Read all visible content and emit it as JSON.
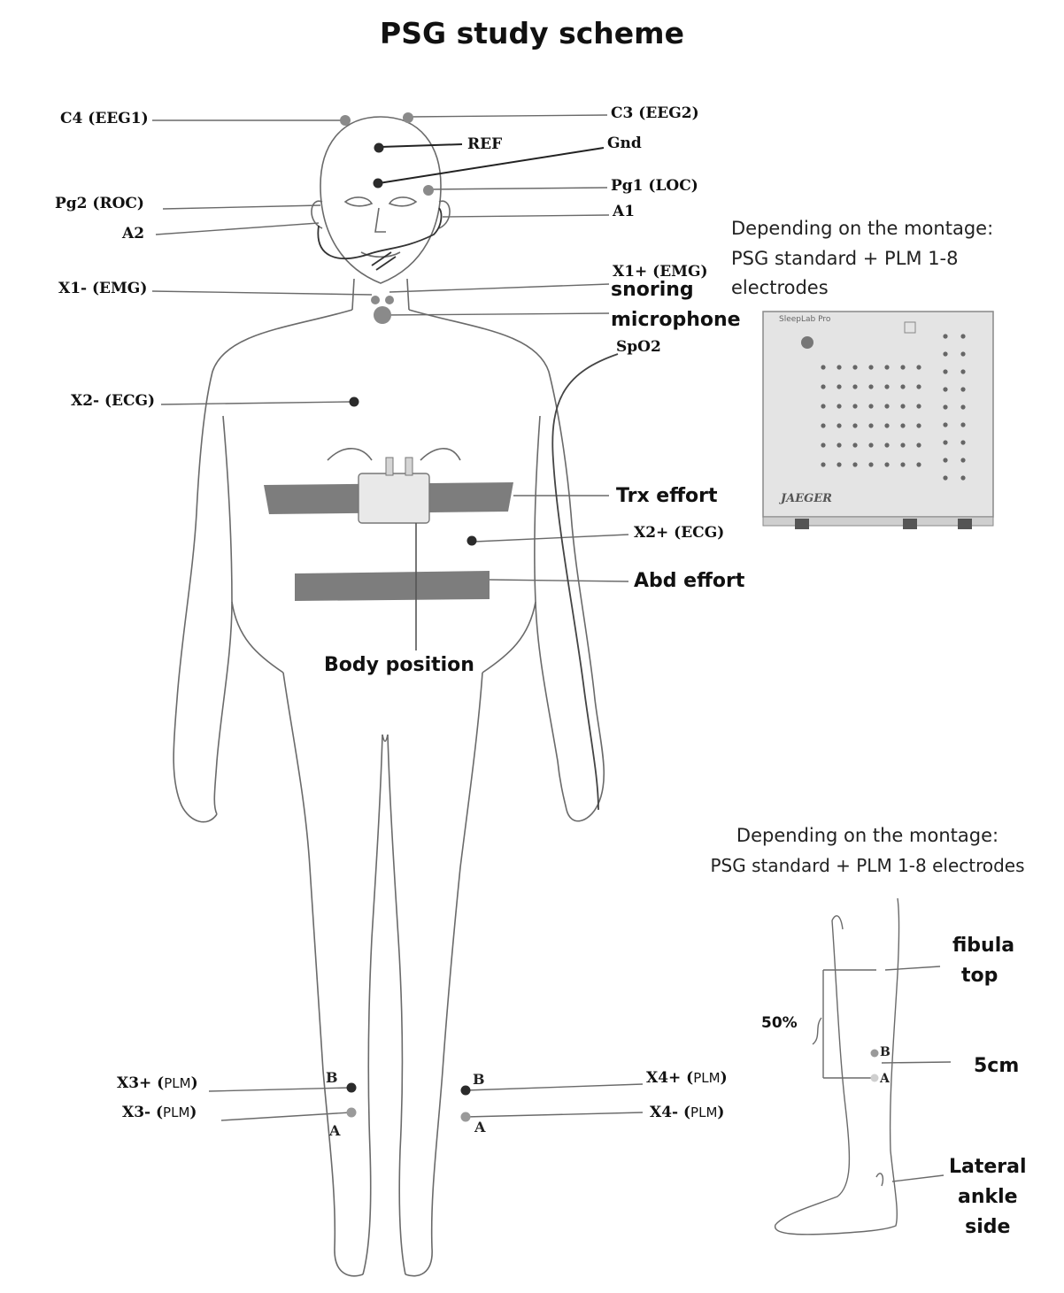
{
  "title": "PSG study scheme",
  "labels": {
    "c4": "C4 (EEG1)",
    "c3": "C3 (EEG2)",
    "ref": "REF",
    "gnd": "Gnd",
    "pg2": "Pg2 (ROC)",
    "pg1": "Pg1 (LOC)",
    "a2": "A2",
    "a1": "A1",
    "x1_minus": "X1- (EMG)",
    "x1_plus": "X1+ (EMG)",
    "snoring_1": "snoring",
    "snoring_2": "microphone",
    "spo2": "SpO2",
    "x2_minus": "X2- (ECG)",
    "trx": "Trx effort",
    "x2_plus": "X2+ (ECG)",
    "abd": "Abd effort",
    "body_position": "Body position",
    "x3_plus": "X3+ (",
    "x3_minus": "X3- (",
    "x4_plus": "X4+ (",
    "x4_minus": "X4- (",
    "plm": "PLM",
    "close_paren": ")",
    "b": "B",
    "a": "A"
  },
  "notes": {
    "top_1": "Depending on the montage:",
    "top_2": "PSG standard + PLM 1-8",
    "top_3": "electrodes",
    "bottom_1": "Depending on the montage:",
    "bottom_2": "PSG standard + PLM 1-8 electrodes"
  },
  "leg_labels": {
    "fibula_1": "fibula",
    "fibula_2": "top",
    "percent": "50%",
    "cm": "5cm",
    "ankle_1": "Lateral",
    "ankle_2": "ankle",
    "ankle_3": "side",
    "b": "B",
    "a": "A"
  },
  "device": {
    "brand": "JAEGER",
    "model": "SleepLab Pro"
  },
  "colors": {
    "outline": "#6a6a6a",
    "electrode_dark": "#2b2b2b",
    "electrode_grey": "#8a8a8a",
    "belt": "#7d7d7d",
    "device_body": "#e4e4e4"
  }
}
